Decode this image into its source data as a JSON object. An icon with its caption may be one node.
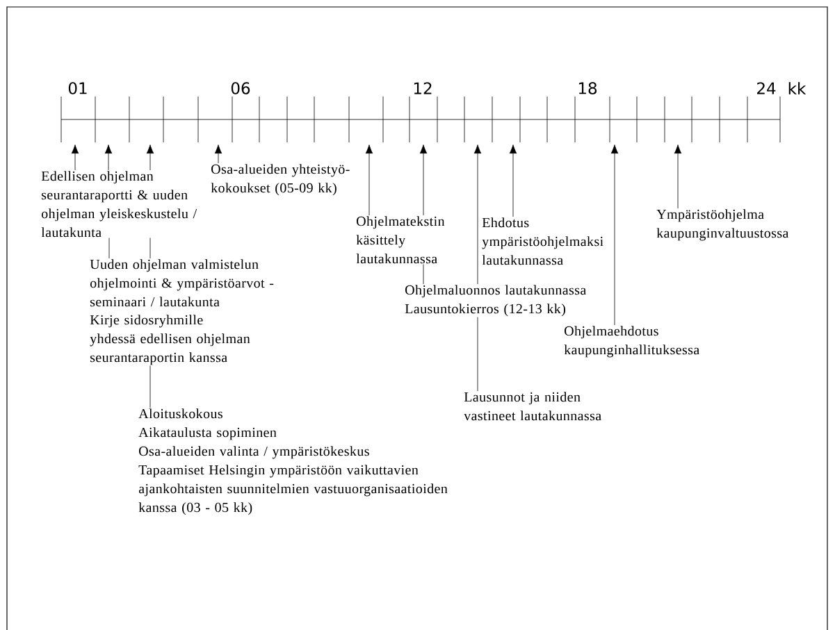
{
  "diagram": {
    "nodes": [
      {
        "text": [
          "Edellisen ohjelman seurantaraportti & uuden ohjelman yleiskeskustelu / lautakunta"
        ]
      },
      {
        "text": [
          "Osa-alueiden yhteistyö-kokoukset (05-09 kk)"
        ]
      },
      {
        "text": [
          "Uuden ohjelman valmistelun ohjelmointi & ympäristöarvot -seminaari / lautakunta"
        ]
      },
      {
        "text": [
          "Kirje sidosryhmille yhdessä edellisen ohjelman seurantaraportin kanssa"
        ]
      },
      {
        "text": [
          "Aloituskokous",
          "Aikataulusta sopiminen",
          "Osa-alueiden valinta / ympäristökeskus",
          "Tapaamiset Helsingin ympäristöön vaikuttavien ajankohtaisten suunnitelmien vastuuorganisaatioiden kanssa (03 - 05 kk)"
        ]
      },
      {
        "text": [
          "Ohjelmatekstin käsittely lautakunnassa"
        ]
      },
      {
        "text": [
          "Ehdotus ympäristöohjelmaksi lautakunnassa"
        ]
      },
      {
        "text": [
          "Ympäristöohjelma kaupunginvaltuustossa"
        ]
      },
      {
        "text": [
          "Ohjelmaluonnos lautakunnassa",
          "Lausuntokierros (12-13 kk)"
        ]
      },
      {
        "text": [
          "Ohjelmaehdotus kaupunginhallituksessa"
        ]
      },
      {
        "text": [
          "Lausunnot ja niiden vastineet lautakunnassa"
        ]
      }
    ],
    "edges": [
      {
        "from": 0,
        "to": null,
        "arrow": "to"
      },
      {
        "from": 0,
        "to": null,
        "arrow": "to"
      },
      {
        "from": 0,
        "to": null,
        "arrow": "to"
      },
      {
        "from": 0,
        "to": 2,
        "arrow": "none"
      },
      {
        "from": 0,
        "to": 2,
        "arrow": "none"
      },
      {
        "from": 3,
        "to": 4,
        "arrow": "none"
      },
      {
        "from": 1,
        "to": null,
        "arrow": "to"
      },
      {
        "from": 5,
        "to": null,
        "arrow": "to"
      },
      {
        "from": 5,
        "to": null,
        "arrow": "to"
      },
      {
        "from": 5,
        "to": 8,
        "arrow": "none"
      },
      {
        "from": 8,
        "to": null,
        "arrow": "to"
      },
      {
        "from": 6,
        "to": null,
        "arrow": "to"
      },
      {
        "from": 9,
        "to": null,
        "arrow": "to"
      },
      {
        "from": 7,
        "to": null,
        "arrow": "to"
      },
      {
        "from": 10,
        "to": 8,
        "arrow": "none"
      }
    ],
    "labels": [
      "01",
      "06",
      "12",
      "18",
      "24",
      "kk"
    ]
  }
}
